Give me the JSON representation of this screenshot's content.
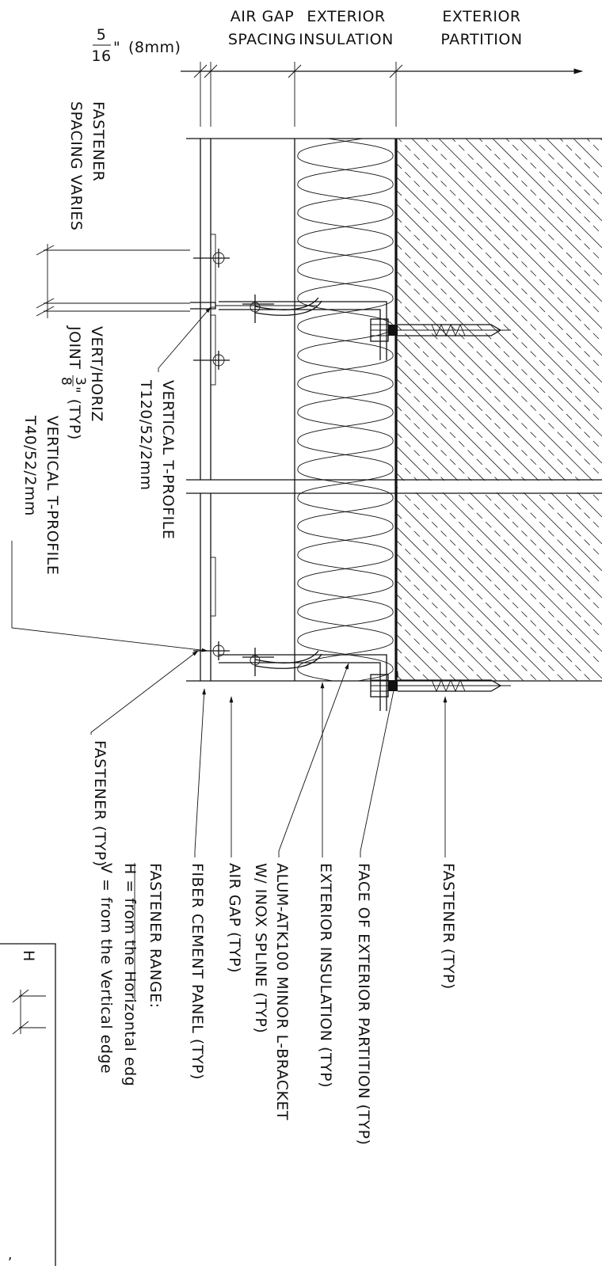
{
  "header": {
    "fraction_num": "5",
    "fraction_den": "16",
    "fraction_unit": "\"",
    "fraction_mm": "(8mm)",
    "col_air_gap_1": "AIR GAP",
    "col_air_gap_2": "SPACING",
    "col_ext_ins_1": "EXTERIOR",
    "col_ext_ins_2": "INSULATION",
    "col_ext_part_1": "EXTERIOR",
    "col_ext_part_2": "PARTITION"
  },
  "labels": {
    "fastener_spacing_1": "FASTENER",
    "fastener_spacing_2": "SPACING VARIES",
    "joint_1": "VERT/HORIZ",
    "joint_2a": "JOINT",
    "joint_frac_num": "3",
    "joint_frac_den": "8",
    "joint_2b": "\" (TYP)",
    "tprofile_top_1": "VERTICAL T-PROFILE",
    "tprofile_top_2": "T120/52/2mm",
    "tprofile_bot_1": "VERTICAL T-PROFILE",
    "tprofile_bot_2": "T40/52/2mm",
    "fastener_left": "FASTENER (TYP)",
    "fastener_right": "FASTENER (TYP)",
    "face_ext_partition": "FACE OF EXTERIOR PARTITION (TYP)",
    "ext_insulation": "EXTERIOR INSULATION (TYP)",
    "l_bracket_1": "ALUM-ATK100 MINOR L-BRACKET",
    "l_bracket_2": "W/ INOX SPLINE (TYP)",
    "air_gap": "AIR GAP (TYP)",
    "fiber_cement": "FIBER CEMENT PANEL (TYP)"
  },
  "legend": {
    "title": "FASTENER RANGE:",
    "h_line": "H = from the Horizontal edg",
    "v_line": "V = from the Vertical edge",
    "h_marker": "H"
  }
}
